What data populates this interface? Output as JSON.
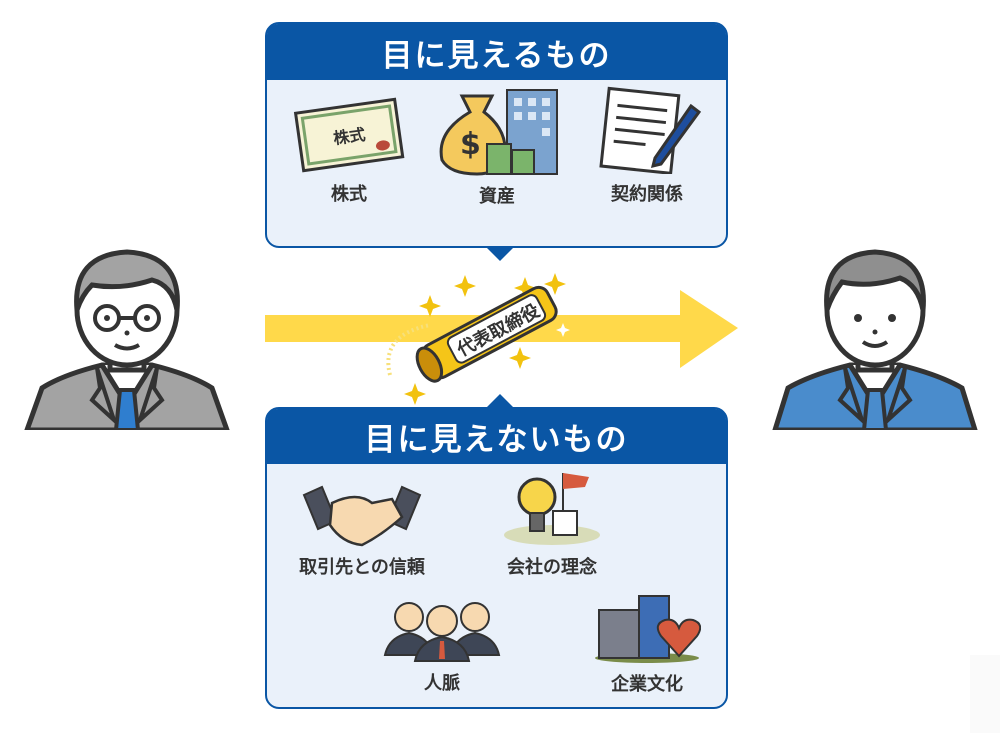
{
  "diagram": {
    "visible": {
      "title": "目に見えるもの",
      "items": [
        {
          "label": "株式",
          "icon": "stock-certificate-icon",
          "icon_text": "株式"
        },
        {
          "label": "資産",
          "icon": "money-bag-building-icon",
          "icon_text": "$"
        },
        {
          "label": "契約関係",
          "icon": "contract-pen-icon"
        }
      ]
    },
    "invisible": {
      "title": "目に見えないもの",
      "items": [
        {
          "label": "取引先との信頼",
          "icon": "handshake-icon"
        },
        {
          "label": "会社の理念",
          "icon": "lightbulb-flag-icon"
        },
        {
          "label": "人脈",
          "icon": "business-people-icon"
        },
        {
          "label": "企業文化",
          "icon": "building-heart-icon"
        }
      ]
    },
    "baton": {
      "text": "代表取締役",
      "icon": "golden-baton-icon"
    },
    "from_person": {
      "icon": "older-businessman-glasses-icon",
      "suit_color": "#a3a3a3"
    },
    "to_person": {
      "icon": "young-businessman-icon",
      "suit_color": "#4a8ccc"
    },
    "arrow": {
      "icon": "transfer-arrow-icon",
      "direction": "right"
    },
    "colors": {
      "accent": "#0a56a5",
      "panel": "#eaf1fa",
      "arrow": "#ffd94a",
      "text": "#333333"
    }
  }
}
